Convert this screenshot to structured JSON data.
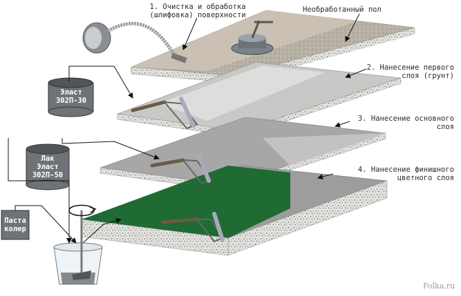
{
  "steps": {
    "step1": {
      "line1": "1. Очистка и обработка",
      "line2": "(шлифовка) поверхности"
    },
    "raw_floor": "Необработанный пол",
    "step2": {
      "line1": "2. Нанесение первого",
      "line2": "слоя (грунт)"
    },
    "step3": {
      "line1": "3. Нанесение основного",
      "line2": "слоя"
    },
    "step4": {
      "line1": "4. Нанесение финишного",
      "line2": "цветного слоя"
    }
  },
  "cans": {
    "can1": {
      "line1": "Эласт",
      "line2": "302П-30"
    },
    "can2": {
      "line1": "Лак",
      "line2": "Эласт",
      "line3": "302П-50"
    },
    "can3": {
      "line1": "Паста",
      "line2": "колер"
    }
  },
  "watermark": "Folka.ru",
  "colors": {
    "board_edge": "#d9d9d4",
    "raw_top": "#b6b0a6",
    "primer_top": "#ccc3b6",
    "base_top": "#c8c8c8",
    "finish_top": "#9b9b9b",
    "green_top": "#1f6b33",
    "can": "#6f7378"
  },
  "icons": [
    "vacuum-cleaner-icon",
    "sanding-machine-icon",
    "roller-icon",
    "mixer-icon",
    "rotation-arrow-icon"
  ]
}
